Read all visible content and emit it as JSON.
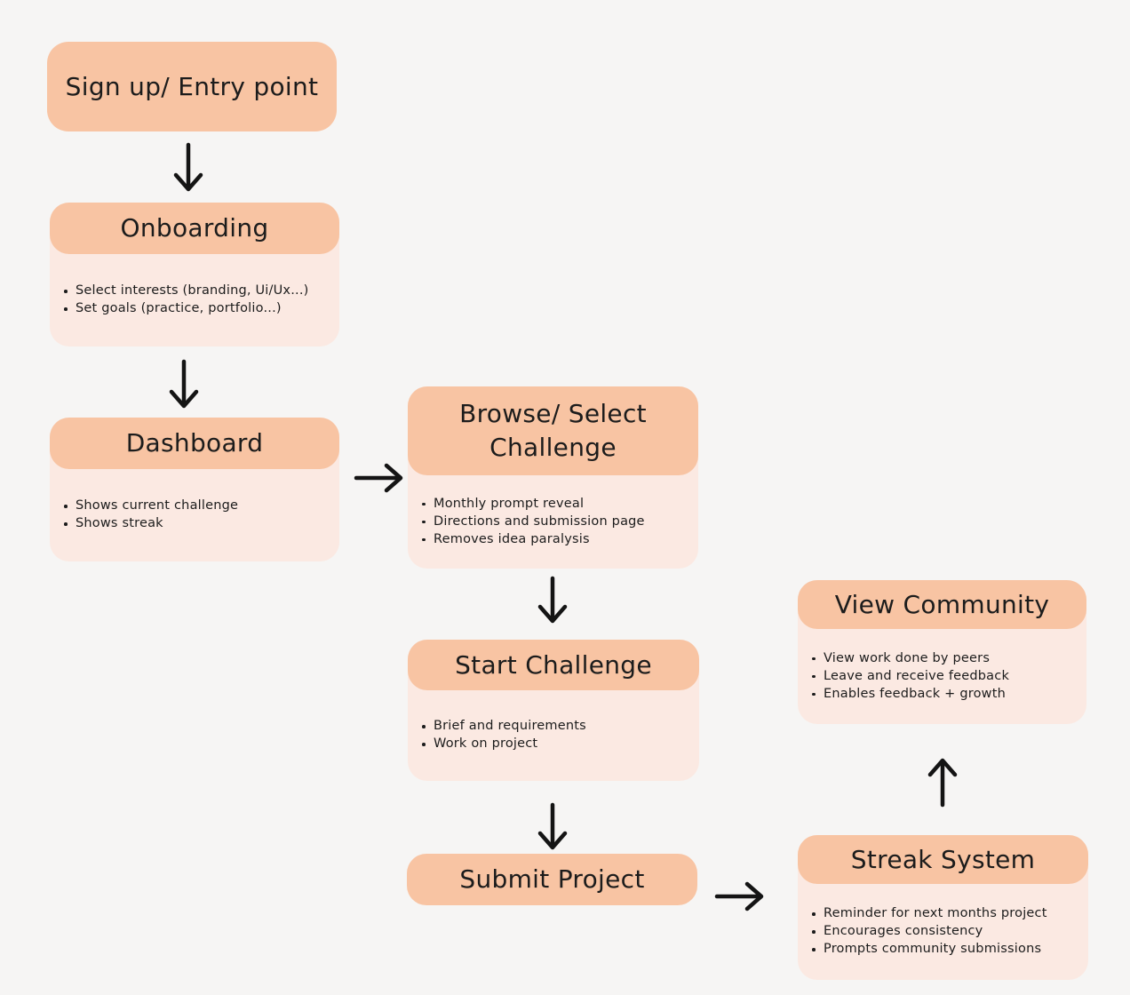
{
  "colors": {
    "page-bg": "#f6f5f4",
    "node-header": "#f8c4a3",
    "node-body": "#fbe9e2",
    "text": "#1c1c1c",
    "arrow": "#141414"
  },
  "diagram": {
    "type": "flowchart",
    "nodes": {
      "signup": {
        "title": "Sign up/ Entry point",
        "bullets": []
      },
      "onboarding": {
        "title": "Onboarding",
        "bullets": [
          "Select interests (branding, Ui/Ux...)",
          "Set goals (practice, portfolio...)"
        ]
      },
      "dashboard": {
        "title": "Dashboard",
        "bullets": [
          "Shows current challenge",
          "Shows streak"
        ]
      },
      "browse": {
        "title": "Browse/ Select Challenge",
        "bullets": [
          "Monthly prompt reveal",
          "Directions and submission page",
          "Removes idea paralysis"
        ]
      },
      "start": {
        "title": "Start Challenge",
        "bullets": [
          "Brief and requirements",
          "Work on project"
        ]
      },
      "submit": {
        "title": "Submit Project",
        "bullets": []
      },
      "streak": {
        "title": "Streak System",
        "bullets": [
          "Reminder for next months project",
          "Encourages consistency",
          "Prompts community submissions"
        ]
      },
      "community": {
        "title": "View Community",
        "bullets": [
          "View work done by peers",
          "Leave and receive feedback",
          "Enables feedback + growth"
        ]
      }
    },
    "edges": [
      {
        "from": "signup",
        "to": "onboarding",
        "direction": "down"
      },
      {
        "from": "onboarding",
        "to": "dashboard",
        "direction": "down"
      },
      {
        "from": "dashboard",
        "to": "browse",
        "direction": "right"
      },
      {
        "from": "browse",
        "to": "start",
        "direction": "down"
      },
      {
        "from": "start",
        "to": "submit",
        "direction": "down"
      },
      {
        "from": "submit",
        "to": "streak",
        "direction": "right"
      },
      {
        "from": "streak",
        "to": "community",
        "direction": "up"
      }
    ]
  }
}
